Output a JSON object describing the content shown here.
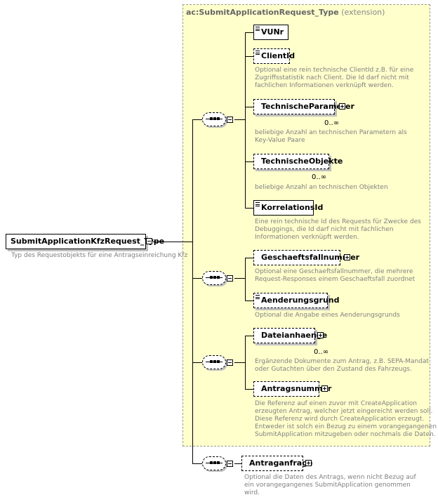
{
  "root": {
    "name": "SubmitApplicationKfzRequest_Type",
    "doc": "Typ des Requestobjekts für eine Antragseinreichung Kfz"
  },
  "extension": {
    "base": "ac:SubmitApplicationRequest_Type",
    "kind": "(extension)"
  },
  "elements": {
    "vunr": {
      "name": "VUNr"
    },
    "clientid": {
      "name": "ClientId",
      "doc": [
        "Optional eine rein technische ClientId z.B. für eine",
        "Zugriffsstatistik nach Client. Die Id darf nicht mit",
        "fachlichen Informationen verknüpft werden."
      ]
    },
    "techparam": {
      "name": "TechnischeParameter",
      "card": "0..∞",
      "doc": [
        "beliebige Anzahl an technischen Parametern als",
        "Key-Value Paare"
      ]
    },
    "techobj": {
      "name": "TechnischeObjekte",
      "card": "0..∞",
      "doc": [
        "beliebige Anzahl an technischen Objekten"
      ]
    },
    "korrelation": {
      "name": "KorrelationsId",
      "doc": [
        "Eine rein technische Id des Requests für Zwecke des",
        "Debuggings, die Id darf nicht mit fachlichen",
        "Informationen verknüpft werden."
      ]
    },
    "gfnr": {
      "name": "Geschaeftsfallnummer",
      "doc": [
        "Optional eine Geschaeftsfallnummer, die mehrere",
        "Request-Responses einem Geschaeftsfall zuordnet"
      ]
    },
    "aenderung": {
      "name": "Aenderungsgrund",
      "doc": [
        "Optional die Angabe eines Aenderungsgrunds"
      ]
    },
    "datei": {
      "name": "Dateianhaenge",
      "card": "0..∞",
      "doc": [
        "Ergänzende Dokumente zum Antrag, z.B. SEPA-Mandat",
        "oder Gutachten über den Zustand des Fahrzeugs."
      ]
    },
    "antragsnr": {
      "name": "Antragsnummer",
      "doc": [
        "Die Referenz auf einen zuvor mit CreateApplication",
        "erzeugten Antrag, welcher jetzt eingereicht werden soll.",
        "Diese Referenz wird durch CreateApplication erzeugt.",
        "Entweder ist solch ein Bezug zu einem vorangegangenen",
        "SubmitApplication mitzugeben oder nochmals die Daten."
      ]
    },
    "antraganfrage": {
      "name": "Antraganfrage",
      "doc": [
        "Optional die Daten des Antrags, wenn nicht Bezug auf",
        "ein vorangegangenes SubmitApplication genommen",
        "wird."
      ]
    }
  },
  "icons": {
    "sequence": "sequence-compositor-icon",
    "expand": "expand-plus-icon",
    "collapse": "collapse-minus-icon",
    "element": "element-lines-icon"
  }
}
